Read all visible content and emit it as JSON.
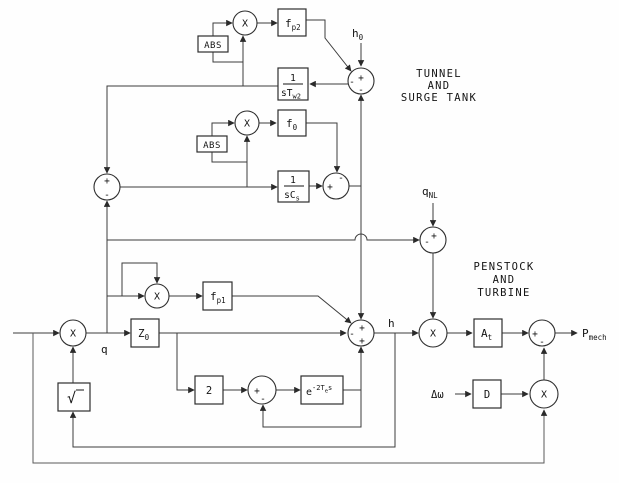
{
  "symbols": {
    "multiply": "X",
    "sqrt": "√"
  },
  "sections": {
    "tunnel": {
      "line1": "TUNNEL",
      "line2": "AND",
      "line3": "SURGE TANK"
    },
    "penstock": {
      "line1": "PENSTOCK",
      "line2": "AND",
      "line3": "TURBINE"
    }
  },
  "blocks": {
    "fp2": {
      "main": "f",
      "sub": "p2"
    },
    "abs_tunnel": {
      "label": "ABS"
    },
    "tw2": {
      "num": "1",
      "den_main": "sT",
      "den_sub": "w2"
    },
    "f0": {
      "main": "f",
      "sub": "0"
    },
    "abs_surge": {
      "label": "ABS"
    },
    "cs": {
      "num": "1",
      "den_main": "sC",
      "den_sub": "s"
    },
    "fp1": {
      "main": "f",
      "sub": "p1"
    },
    "z0": {
      "main": "Z",
      "sub": "0"
    },
    "two": {
      "label": "2"
    },
    "exp": {
      "base": "e",
      "sup": "-2T",
      "sup_sub": "e",
      "sup_end": "s"
    },
    "at": {
      "main": "A",
      "sub": "t"
    },
    "d": {
      "label": "D"
    }
  },
  "signals": {
    "h0": {
      "main": "h",
      "sub": "0"
    },
    "qnl": {
      "main": "q",
      "sub": "NL"
    },
    "q": "q",
    "h": "h",
    "pmech": {
      "main": "P",
      "sub": "mech"
    },
    "dw": "Δω"
  },
  "sums": {
    "tunnel": {
      "left": "-",
      "top": "+",
      "bottom": "-"
    },
    "left": {
      "top": "+",
      "bottom": "-"
    },
    "surge": {
      "top": "-",
      "left": "+"
    },
    "qnl": {
      "top": "+",
      "left": "-"
    },
    "head": {
      "top": "+",
      "left": "-",
      "bottom": "+"
    },
    "wave": {
      "left": "+",
      "bottom": "-"
    },
    "power": {
      "left": "+",
      "bottom": "-"
    }
  }
}
